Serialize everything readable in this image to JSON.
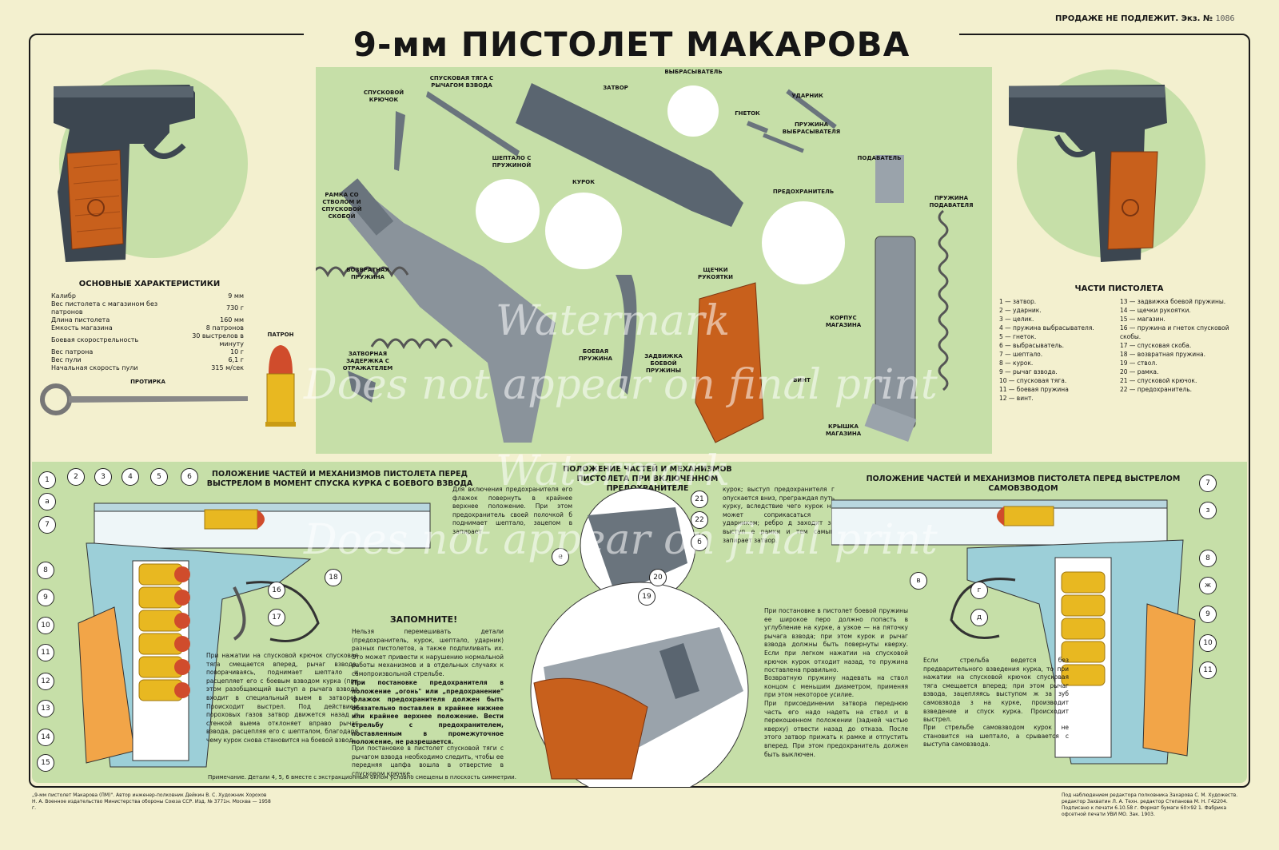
{
  "header": {
    "title": "9-мм ПИСТОЛЕТ МАКАРОВА (ПМ)",
    "not_for_sale": "ПРОДАЖЕ НЕ ПОДЛЕЖИТ. Экз. №",
    "copy_number": "1086"
  },
  "specs": {
    "heading": "ОСНОВНЫЕ ХАРАКТЕРИСТИКИ",
    "rows": [
      {
        "name": "Калибр",
        "value": "9 мм"
      },
      {
        "name": "Вес пистолета с магазином без патронов",
        "value": "730 г"
      },
      {
        "name": "Длина пистолета",
        "value": "160 мм"
      },
      {
        "name": "Емкость магазина",
        "value": "8 патронов"
      },
      {
        "name": "Боевая скорострельность",
        "value": "30 выстрелов в минуту"
      },
      {
        "name": "Вес патрона",
        "value": "10 г"
      },
      {
        "name": "Вес пули",
        "value": "6,1 г"
      },
      {
        "name": "Начальная скорость пули",
        "value": "315 м/сек"
      }
    ],
    "cartridge_label": "ПАТРОН",
    "rod_label": "ПРОТИРКА"
  },
  "parts_labels": {
    "trigger": "СПУСКОВОЙ КРЮЧОК",
    "trigger_bar": "СПУСКОВАЯ ТЯГА С РЫЧАГОМ ВЗВОДА",
    "slide": "ЗАТВОР",
    "extractor": "ВЫБРАСЫВАТЕЛЬ",
    "firing_pin": "УДАРНИК",
    "socket": "ГНЕТОК",
    "extractor_spring": "ПРУЖИНА ВЫБРАСЫВАТЕЛЯ",
    "sear": "ШЕПТАЛО С ПРУЖИНОЙ",
    "hammer": "КУРОК",
    "frame": "РАМКА СО СТВОЛОМ И СПУСКОВОЙ СКОБОЙ",
    "safety": "ПРЕДОХРАНИТЕЛЬ",
    "follower": "ПОДАВАТЕЛЬ",
    "follower_spring": "ПРУЖИНА ПОДАВАТЕЛЯ",
    "recoil_spring": "ВОЗВРАТНАЯ ПРУЖИНА",
    "grips": "ЩЕЧКИ РУКОЯТКИ",
    "mag_body": "КОРПУС МАГАЗИНА",
    "slide_stop": "ЗАТВОРНАЯ ЗАДЕРЖКА С ОТРАЖАТЕЛЕМ",
    "mainspring": "БОЕВАЯ ПРУЖИНА",
    "mainspring_latch": "ЗАДВИЖКА БОЕВОЙ ПРУЖИНЫ",
    "screw": "ВИНТ",
    "mag_cover": "КРЫШКА МАГАЗИНА"
  },
  "parts_list": {
    "heading": "ЧАСТИ ПИСТОЛЕТА",
    "left": [
      "1 — затвор.",
      "2 — ударник.",
      "3 — целик.",
      "4 — пружина выбрасывателя.",
      "5 — гнеток.",
      "6 — выбрасыватель.",
      "7 — шептало.",
      "8 — курок.",
      "9 — рычаг взвода.",
      "10 — спусковая тяга.",
      "11 — боевая пружина",
      "12 — винт."
    ],
    "right": [
      "13 — задвижка боевой пружины.",
      "14 — щечки рукоятки.",
      "15 — магазин.",
      "16 — пружина и гнеток спусковой скобы.",
      "17 — спусковая скоба.",
      "18 — возвратная пружина.",
      "19 — ствол.",
      "20 — рамка.",
      "21 — спусковой крючок.",
      "22 — предохранитель."
    ]
  },
  "sections": {
    "left_heading": "ПОЛОЖЕНИЕ ЧАСТЕЙ И МЕХАНИЗМОВ ПИСТОЛЕТА ПЕРЕД ВЫСТРЕЛОМ В МОМЕНТ СПУСКА КУРКА С БОЕВОГО ВЗВОДА",
    "middle_heading": "ПОЛОЖЕНИЕ ЧАСТЕЙ И МЕХАНИЗМОВ ПИСТОЛЕТА ПРИ ВКЛЮЧЕННОМ ПРЕДОХРАНИТЕЛЕ",
    "right_heading": "ПОЛОЖЕНИЕ ЧАСТЕЙ И МЕХАНИЗМОВ ПИСТОЛЕТА ПЕРЕД ВЫСТРЕЛОМ САМОВЗВОДОМ"
  },
  "texts": {
    "safety_a": "Для включения предохранителя его флажок повернуть в крайнее верхнее положение. При этом предохранитель своей полочкой б поднимает шептало, зацепом в запирает",
    "safety_b": "курок; выступ предохранителя г опускается вниз, преграждая путь курку, вследствие чего курок не может соприкасаться с ударником; ребро д заходит за выступ е рамки и тем самым запирает затвор.",
    "trigger_text": "При нажатии на спусковой крючок спусковая тяга смещается вперед, рычаг взвода, поворачиваясь, поднимает шептало и расцепляет его с боевым взводом курка (при этом разобщающий выступ а рычага взвода входит в специальный выем в затворе). Происходит выстрел. Под действием пороховых газов затвор движется назад и стенкой выема отклоняет вправо рычаг взвода, расцепляя его с шепталом, благодаря чему курок снова становится на боевой взвод.",
    "remember_heading": "ЗАПОМНИТЕ!",
    "remember_1": "Нельзя перемешивать детали (предохранитель, курок, шептало, ударник) разных пистолетов, а также подпиливать их. Это может привести к нарушению нормальной работы механизмов и в отдельных случаях к самопроизвольной стрельбе.",
    "remember_2": "При постановке предохранителя в положение „огонь\" или „предохранение\" флажок предохранителя должен быть обязательно поставлен в крайнее нижнее или крайнее верхнее положение. Вести стрельбу с предохранителем, поставленным в промежуточное положение, не разрешается.",
    "remember_3": "При постановке в пистолет спусковой тяги с рычагом взвода необходимо следить, чтобы ее передняя цапфа вошла в отверстие в спусковом крючке.",
    "mainspring_text": "При постановке в пистолет боевой пружины ее широкое перо должно попасть в углубление на курке, а узкое — на пяточку рычага взвода; при этом курок и рычаг взвода должны быть повернуты кверху. Если при легком нажатии на спусковой крючок курок отходит назад, то пружина поставлена правильно.",
    "recoil_text": "Возвратную пружину надевать на ствол концом с меньшим диаметром, применяя при этом некоторое усилие.",
    "slide_text": "При присоединении затвора переднюю часть его надо надеть на ствол и в перекошенном положении (задней частью кверху) отвести назад до отказа. После этого затвор прижать к рамке и отпустить вперед. При этом предохранитель должен быть выключен.",
    "da_text_1": "Если стрельба ведется без предварительного взведения курка, то при нажатии на спусковой крючок спусковая тяга смещается вперед; при этом рычаг взвода, зацепляясь выступом ж за зуб самовзвода з на курке, производит взведение и спуск курка. Происходит выстрел.",
    "da_text_2": "При стрельбе самовзводом курок не становится на шептало, а срывается с выступа самовзвода.",
    "note": "Примечание. Детали 4, 5, 6 вместе с экстракционным окном условно смещены в плоскость симметрии."
  },
  "callouts_left": [
    "1",
    "2",
    "3",
    "4",
    "5",
    "6",
    "а",
    "7",
    "8",
    "9",
    "10",
    "11",
    "12",
    "13",
    "14",
    "15"
  ],
  "callouts_misc": [
    "16",
    "17",
    "18",
    "19",
    "20",
    "21",
    "22",
    "б",
    "в",
    "г",
    "д",
    "е"
  ],
  "callouts_right": [
    "7",
    "з",
    "8",
    "ж",
    "9",
    "10",
    "11"
  ],
  "imprint": {
    "left": "„9-мм пистолет Макарова (ПМ)\". Автор инженер-полковник Дейкин В. С. Художник Хорохов Н. А. Военное издательство Министерства обороны Союза ССР. Изд. № 3771н. Москва — 1958 г.",
    "right": "Под наблюдением редактора полковника Захарова С. М. Художеств. редактор Захватин Л. А. Техн. редактор Степанова М. Н. Г42204. Подписано к печати 6.10.58 г. Формат бумаги 60×92 1. Фабрика офсетной печати УВИ МО. Зак. 1903."
  },
  "watermark": {
    "line1": "Watermark",
    "line2": "Does not appear on final print"
  },
  "colors": {
    "paper": "#f3f0cf",
    "green": "#c6dfa8",
    "steel": "#3c4650",
    "grip": "#c8601c",
    "brass": "#e8b821",
    "bullet": "#d04c2c"
  }
}
